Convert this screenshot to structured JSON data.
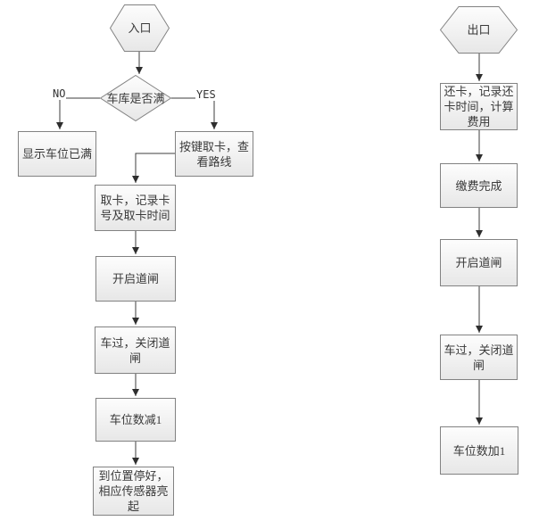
{
  "colors": {
    "background": "#ffffff",
    "node_border": "#828282",
    "node_fill_top": "#fdfdfd",
    "node_fill_bottom": "#e7e7e7",
    "connector": "#3c3c3c",
    "text": "#3a3a3a"
  },
  "entry_flow": {
    "start": "入口",
    "decision": "车库是否满",
    "branch_no": "NO",
    "branch_yes": "YES",
    "lot_full": "显示车位已满",
    "press_for_card": "按键取卡，查看路线",
    "take_card": "取卡，记录卡号及取卡时间",
    "open_gate": "开启道闸",
    "close_gate": "车过，关闭道闸",
    "spots_minus_one": "车位数减1",
    "park_sensor": "到位置停好，相应传感器亮起"
  },
  "exit_flow": {
    "start": "出口",
    "return_card": "还卡，记录还卡时间，计算费用",
    "payment_done": "缴费完成",
    "open_gate": "开启道闸",
    "close_gate": "车过，关闭道闸",
    "spots_plus_one": "车位数加1"
  }
}
